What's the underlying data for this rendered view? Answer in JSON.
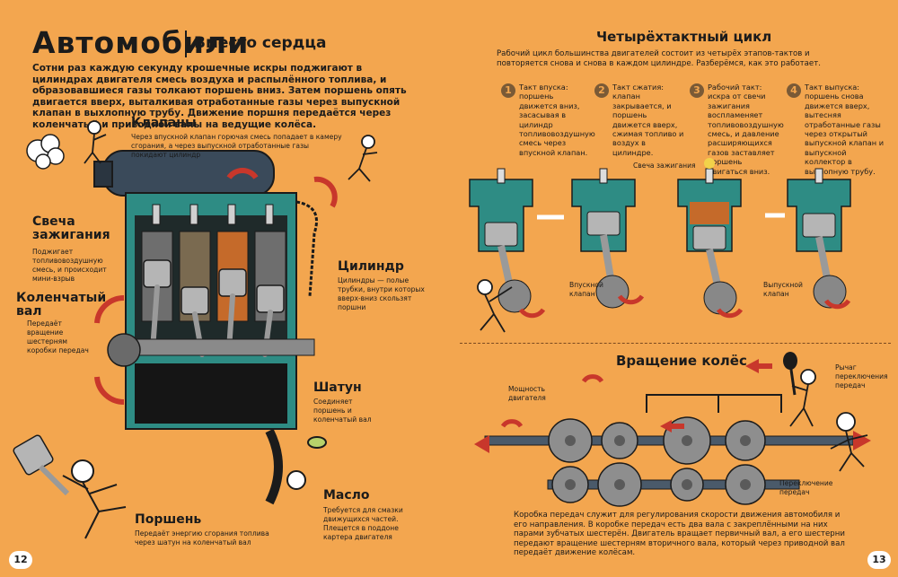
{
  "left": {
    "title": "Автомобили",
    "subtitle": "Вместо сердца",
    "intro": "Сотни раз каждую секунду крошечные искры поджигают в цилиндрах двигателя смесь воздуха и распылённого топлива, и образовавшиеся газы толкают поршень вниз. Затем поршень опять двигается вверх, выталкивая отработанные газы через выпускной клапан в выхлопную трубу. Движение поршня передаётся через коленчатый и приводной валы на ведущие колёса.",
    "valves": {
      "label": "Клапаны",
      "note": "Через впускной клапан горючая смесь попадает в камеру сгорания, а через выпускной отработанные газы покидают цилиндр"
    },
    "spark": {
      "label": "Свеча зажигания",
      "note": "Поджигает топливовоздушную смесь, и происходит мини-взрыв"
    },
    "crank": {
      "label": "Коленчатый вал",
      "note": "Передаёт вращение шестерням коробки передач"
    },
    "cylinder": {
      "label": "Цилиндр",
      "note": "Цилиндры — полые трубки, внутри которых вверх-вниз скользят поршни"
    },
    "rod": {
      "label": "Шатун",
      "note": "Соединяет поршень и коленчатый вал"
    },
    "oil": {
      "label": "Масло",
      "note": "Требуется для смазки движущихся частей. Плещется в поддоне картера двигателя"
    },
    "piston": {
      "label": "Поршень",
      "note": "Передаёт энергию сгорания топлива через шатун на коленчатый вал"
    },
    "page_number": "12"
  },
  "right": {
    "cycle_title": "Четырёхтактный цикл",
    "cycle_intro": "Рабочий цикл большинства двигателей состоит из четырёх этапов-тактов и повторяется снова и снова в каждом цилиндре. Разберёмся, как это работает.",
    "steps": [
      {
        "num": "1",
        "text": "Такт впуска: поршень движется вниз, засасывая в цилиндр топливовоздушную смесь через впускной клапан."
      },
      {
        "num": "2",
        "text": "Такт сжатия: клапан закрывается, и поршень движется вверх, сжимая топливо и воздух в цилиндре."
      },
      {
        "num": "3",
        "text": "Рабочий такт: искра от свечи зажигания воспламеняет топливовоздушную смесь, и давление расширяющихся газов заставляет поршень двигаться вниз."
      },
      {
        "num": "4",
        "text": "Такт выпуска: поршень снова движется вверх, вытесняя отработанные газы через открытый выпускной клапан и выпускной коллектор в выхлопную трубу."
      }
    ],
    "spark_label": "Свеча зажигания",
    "intake_valve_label": "Впускной клапан",
    "exhaust_valve_label": "Выпускной клапан",
    "wheels_title": "Вращение колёс",
    "engine_power_label": "Мощность двигателя",
    "gear_lever_label": "Рычаг переключения передач",
    "gear_switch_label": "Переключение передач",
    "bottom_text": "Коробка передач служит для регулирования скорости движения автомобиля и его направления. В коробке передач есть два вала с закреплёнными на них парами зубчатых шестерён. Двигатель вращает первичный вал, а его шестерни передают вращение шестерням вторичного вала, который через приводной вал передаёт движение колёсам.",
    "page_number": "13"
  },
  "colors": {
    "background": "#f3a64f",
    "engine_green": "#2e8c84",
    "piston_gray": "#9a9a9a",
    "arrow_red": "#c8372b",
    "dark": "#1b1b1b"
  }
}
